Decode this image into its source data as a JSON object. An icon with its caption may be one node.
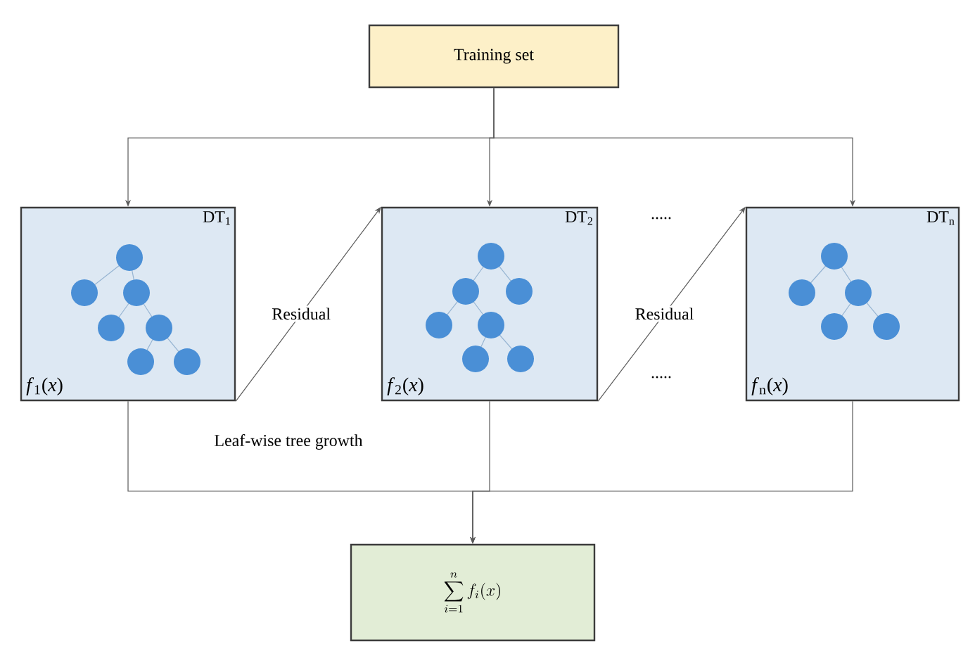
{
  "diagram": {
    "nodes": [
      {
        "text": [
          "Training set"
        ]
      },
      {
        "text": [
          "DT$_{1}$",
          "*f*$_{1}$(*x*)"
        ]
      },
      {
        "text": [
          "DT$_{2}$",
          "*f*$_{2}$(*x*)"
        ]
      },
      {
        "text": [
          "DT$_{n}$",
          "*f*$_{n}$(*x*)"
        ]
      },
      {
        "text": [
          "\\sum_{i=1}^{n} f_i(x)"
        ]
      }
    ],
    "edges": [
      {
        "from": 0,
        "to": 1,
        "arrow": "to"
      },
      {
        "from": 0,
        "to": 2,
        "arrow": "to"
      },
      {
        "from": 0,
        "to": 3,
        "arrow": "to"
      },
      {
        "from": 1,
        "to": 2,
        "arrow": "to",
        "label": "Residual"
      },
      {
        "from": 2,
        "to": 3,
        "arrow": "to",
        "label": "Residual"
      },
      {
        "from": 1,
        "to": 4,
        "arrow": "to"
      },
      {
        "from": 2,
        "to": 4,
        "arrow": "to"
      },
      {
        "from": 3,
        "to": 4,
        "arrow": "to"
      }
    ],
    "labels": [
      ".....",
      ".....",
      "Leaf-wise tree growth"
    ]
  }
}
